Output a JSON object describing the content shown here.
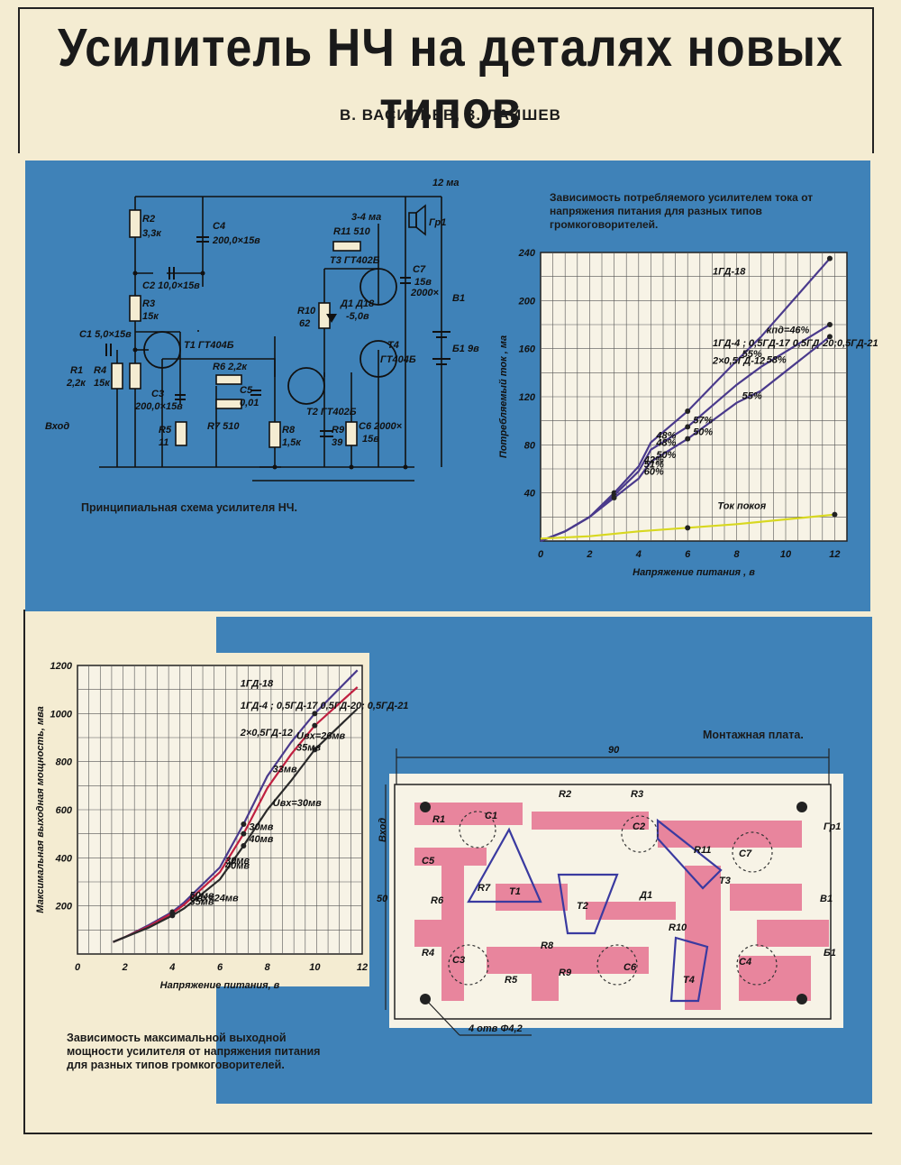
{
  "header": {
    "title": "Усилитель НЧ на деталях новых типов",
    "authors": "В. ВАСИЛЬЕВ, З. ЛАЙШЕВ"
  },
  "schematic": {
    "caption": "Принципиальная схема усилителя НЧ.",
    "labels": {
      "r2": "R2",
      "r2v": "3,3к",
      "c4": "C4",
      "c4v": "200,0×15в",
      "c2": "C2 10,0×15в",
      "r3": "R3",
      "r3v": "15к",
      "c1": "C1 5,0×15в",
      "r1": "R1",
      "r1v": "2,2к",
      "r4": "R4",
      "r4v": "15к",
      "t1": "T1 ГТ404Б",
      "c3": "C3",
      "c3v": "200,0×15в",
      "r5": "R5",
      "r5v": "11",
      "r6": "R6 2,2к",
      "c5": "C5",
      "c5v": "0,01",
      "r7": "R7 510",
      "r8": "R8",
      "r8v": "1,5к",
      "t2": "T2 ГТ402Б",
      "r9": "R9",
      "r9v": "39",
      "c6": "C6 2000×",
      "c6v": "15в",
      "r10": "R10",
      "r10v": "62",
      "d1": "Д1 Д18",
      "d1v": "-5,0в",
      "t3": "T3 ГТ402Б",
      "t4": "T4",
      "t4v": "ГТ404Б",
      "r11": "R11 510",
      "cur1": "3-4 ма",
      "cur2": "12 ма",
      "gr1": "Гр1",
      "c7": "C7",
      "c7v": "2000×",
      "c7w": "15в",
      "b1": "В1",
      "bat": "Б1 9в",
      "input": "Вход"
    }
  },
  "current_chart_caption": "Зависимость потребляемого усилителем тока от напряжения питания для разных типов громкоговорителей.",
  "power_chart_caption": "Зависимость максимальной выходной мощности усилителя от напряжения питания для разных типов громкоговорителей.",
  "board": {
    "caption": "Монтажная плата.",
    "dim_w": "90",
    "dim_h": "50",
    "holes": "4 отв Φ4,2",
    "input": "Вход",
    "labels": [
      "R1",
      "C1",
      "C2",
      "R2",
      "R3",
      "C5",
      "R6",
      "R7",
      "T1",
      "T2",
      "Д1",
      "R10",
      "R11",
      "T3",
      "C7",
      "R4",
      "C3",
      "R5",
      "R8",
      "R9",
      "C6",
      "T4",
      "C4",
      "Гр1",
      "В1",
      "Б1"
    ]
  },
  "chart_data": [
    {
      "type": "line",
      "xlabel": "Напряжение питания , в",
      "ylabel": "Потребляемый ток , ма",
      "xlim": [
        0,
        12.5
      ],
      "ylim": [
        0,
        240
      ],
      "x_ticks": [
        "0",
        "2",
        "4",
        "6",
        "8",
        "10",
        "12"
      ],
      "y_ticks": [
        "40",
        "80",
        "120",
        "160",
        "200",
        "240"
      ],
      "grid": true,
      "series": [
        {
          "name": "1ГД-18",
          "color": "#4a3a8c",
          "x": [
            0,
            1,
            2,
            3,
            4,
            4.5,
            6,
            8,
            9,
            11.8
          ],
          "y": [
            0,
            8,
            20,
            40,
            62,
            82,
            108,
            150,
            170,
            235
          ]
        },
        {
          "name": "1ГД-4 ; 0,5ГД-17 0,5ГД-20;0,5ГД-21",
          "color": "#4a3a8c",
          "x": [
            0,
            1,
            2,
            3,
            4,
            4.5,
            6,
            8,
            9,
            11.8
          ],
          "y": [
            0,
            8,
            20,
            38,
            58,
            76,
            95,
            130,
            145,
            180
          ]
        },
        {
          "name": "2×0,5ГД-12",
          "color": "#4a3a8c",
          "x": [
            0,
            1,
            2,
            3,
            4,
            4.5,
            6,
            8,
            9,
            11.8
          ],
          "y": [
            0,
            8,
            20,
            36,
            52,
            66,
            85,
            115,
            125,
            170
          ]
        },
        {
          "name": "Ток покоя",
          "color": "#d8d820",
          "x": [
            0,
            2,
            4,
            6,
            8,
            10,
            12
          ],
          "y": [
            2,
            4,
            8,
            11,
            14,
            18,
            22
          ]
        }
      ],
      "annotations": [
        "42%",
        "48%",
        "50%",
        "55%",
        "58%",
        "60%",
        "48%",
        "57%",
        "55%",
        "кпд=46%",
        "51%",
        "50%"
      ]
    },
    {
      "type": "line",
      "xlabel": "Напряжение питания, в",
      "ylabel": "Максимальная выходная мощность, мва",
      "xlim": [
        0,
        12
      ],
      "ylim": [
        0,
        1200
      ],
      "x_ticks": [
        "0",
        "2",
        "4",
        "6",
        "8",
        "10",
        "12"
      ],
      "y_ticks": [
        "200",
        "400",
        "600",
        "800",
        "1000",
        "1200"
      ],
      "grid": true,
      "series": [
        {
          "name": "1ГД-18",
          "color": "#4a3a8c",
          "x": [
            1.5,
            2,
            3,
            4,
            4.5,
            6,
            7,
            8,
            9,
            10,
            11.8
          ],
          "y": [
            50,
            70,
            120,
            175,
            215,
            360,
            540,
            740,
            880,
            1000,
            1180
          ]
        },
        {
          "name": "1ГД-4 ; 0,5ГД-17 0,5ГД-20; 0,5ГД-21",
          "color": "#c02040",
          "x": [
            1.5,
            2,
            3,
            4,
            4.5,
            6,
            7,
            8,
            9,
            10,
            11.8
          ],
          "y": [
            50,
            70,
            115,
            170,
            205,
            340,
            500,
            690,
            830,
            950,
            1110
          ]
        },
        {
          "name": "2×0,5ГД-12",
          "color": "#2a2a2a",
          "x": [
            1.5,
            2,
            3,
            4,
            4.5,
            6,
            7,
            8,
            9,
            10,
            11.8
          ],
          "y": [
            50,
            70,
            110,
            160,
            190,
            310,
            450,
            600,
            720,
            850,
            1020
          ]
        }
      ],
      "annotations": [
        "50мв",
        "40мв",
        "40мв",
        "33мв",
        "35мв",
        "35мв",
        "30мв",
        "30мв",
        "Uвх=30мв",
        "Uвх=26мв",
        "Uвх=24мв"
      ]
    }
  ]
}
